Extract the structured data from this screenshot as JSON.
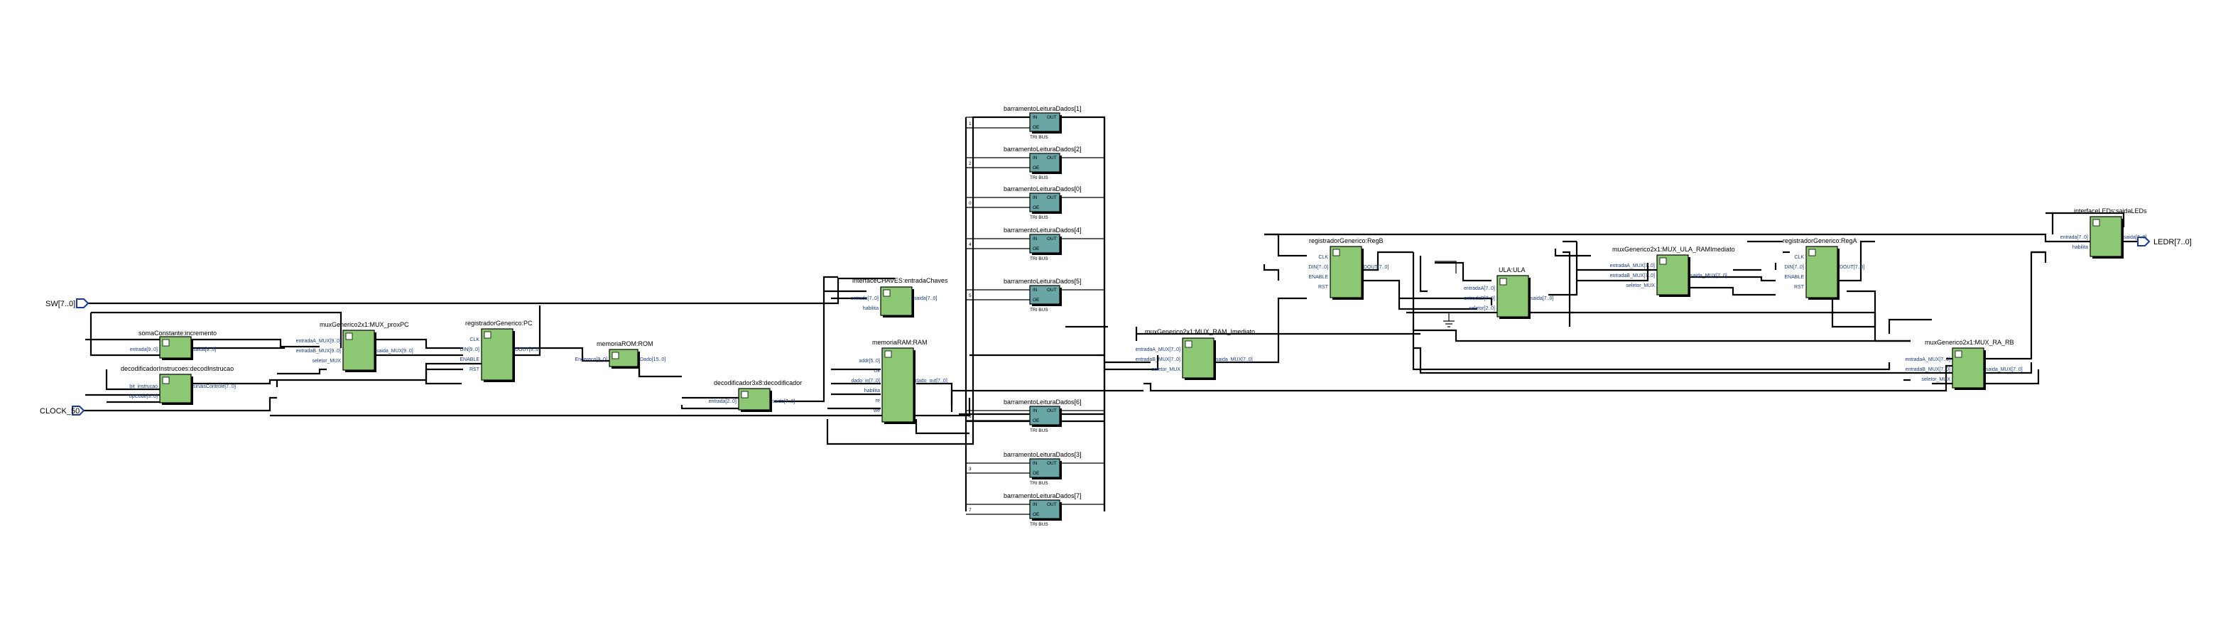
{
  "io": {
    "sw": "SW[7..0]",
    "clock": "CLOCK_50",
    "ledr": "LEDR[7..0]"
  },
  "blocks": {
    "soma": "somaConstante:incremento",
    "decod_instr": "decodificadorInstrucoes:decodInstrucao",
    "mux_prox": "muxGenerico2x1:MUX_proxPC",
    "reg_pc": "registradorGenerico:PC",
    "rom": "memoriaROM:ROM",
    "decod3x8": "decodificador3x8:decodificador",
    "chaves": "interfaceCHAVES:entradaChaves",
    "ram": "memoriaRAM:RAM",
    "mux_ram_imed": "muxGenerico2x1:MUX_RAM_Imediato",
    "reg_b": "registradorGenerico:RegB",
    "ula": "ULA:ULA",
    "mux_ula": "muxGenerico2x1:MUX_ULA_RAMImediato",
    "reg_a": "registradorGenerico:RegA",
    "mux_ra_rb": "muxGenerico2x1:MUX_RA_RB",
    "leds": "interfaceLEDs:saidaLEDs"
  },
  "tristate": {
    "names": [
      "barramentoLeituraDados[1]",
      "barramentoLeituraDados[2]",
      "barramentoLeituraDados[0]",
      "barramentoLeituraDados[4]",
      "barramentoLeituraDados[5]",
      "barramentoLeituraDados[6]",
      "barramentoLeituraDados[3]",
      "barramentoLeituraDados[7]"
    ],
    "type_label": "TRI BUS"
  },
  "ports": {
    "soma_in": "entrada[9..0]",
    "soma_out": "saida[9..0]",
    "decod_in": "bit_instrucao",
    "decod_in2": "opCode[3..0]",
    "decod_out": "sinaisControle[7..0]",
    "mux_a": "entradaA_MUX[9..0]",
    "mux_b": "entradaB_MUX[9..0]",
    "mux_sel": "seletor_MUX",
    "mux_out": "saida_MUX[9..0]",
    "reg_d": "DIN[9..0]",
    "reg_en": "ENABLE",
    "reg_clk": "CLK",
    "reg_rst": "RST",
    "reg_q": "DOUT[9..0]",
    "rom_in": "Endereco[9..0]",
    "rom_out": "Dado[15..0]",
    "dec_in": "entrada[2..0]",
    "dec_out": "saida[7..0]",
    "ch_in": "entrada[7..0]",
    "ch_hab": "habilita",
    "ch_out": "saida[7..0]",
    "ram_addr": "addr[5..0]",
    "ram_we": "we",
    "ram_re": "re",
    "ram_hab": "habilita",
    "ram_clk": "clk",
    "ram_din": "dado_in[7..0]",
    "ram_dout": "dado_out[7..0]",
    "ula_a": "entradaA[7..0]",
    "ula_b": "entradaB[7..0]",
    "ula_sel": "seletor[2..0]",
    "ula_out": "saida[7..0]",
    "mux8_a": "entradaA_MUX[7..0]",
    "mux8_b": "entradaB_MUX[7..0]",
    "mux8_out": "saida_MUX[7..0]",
    "reg8_d": "DIN[7..0]",
    "reg8_q": "DOUT[7..0]",
    "led_in": "entrada[7..0]",
    "led_hab": "habilita",
    "led_out": "saida[7..0]",
    "tri_in": "IN",
    "tri_out": "OUT",
    "tri_oe": "OE"
  },
  "pins": [
    "0",
    "1",
    "2",
    "3",
    "4",
    "5",
    "6",
    "7"
  ]
}
